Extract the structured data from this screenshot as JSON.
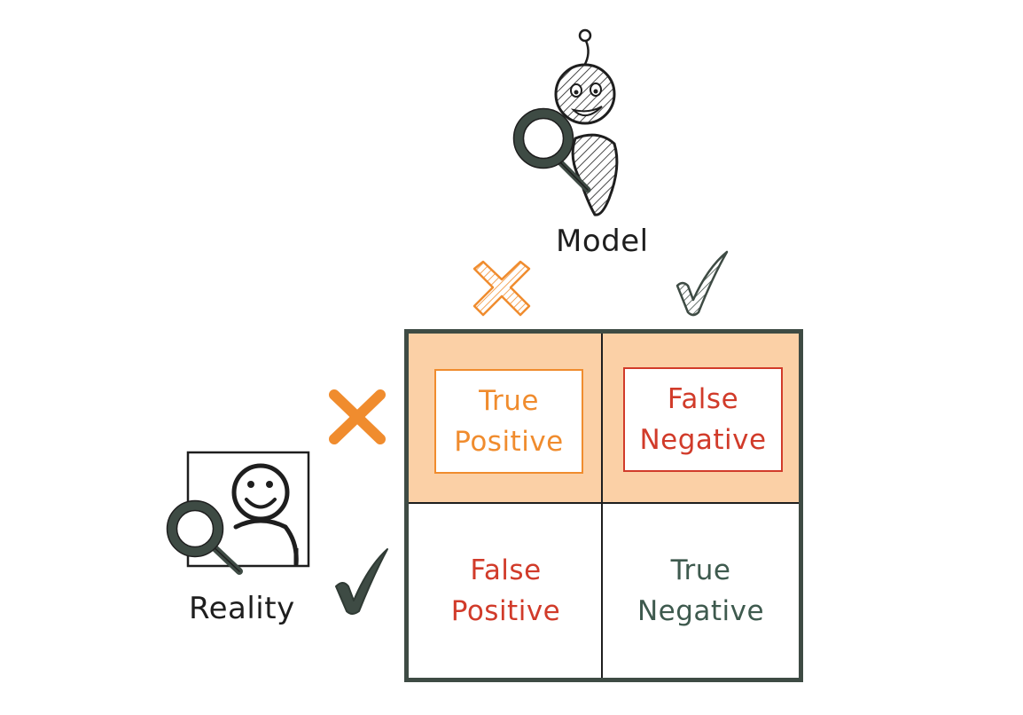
{
  "axes": {
    "model_label": "Model",
    "reality_label": "Reality"
  },
  "matrix": {
    "top_left": {
      "line1": "True",
      "line2": "Positive"
    },
    "top_right": {
      "line1": "False",
      "line2": "Negative"
    },
    "bottom_left": {
      "line1": "False",
      "line2": "Positive"
    },
    "bottom_right": {
      "line1": "True",
      "line2": "Negative"
    }
  },
  "markers": {
    "model_negative": "cross-icon",
    "model_positive": "check-icon",
    "reality_negative": "cross-icon",
    "reality_positive": "check-icon"
  },
  "colors": {
    "highlight_fill": "#fbd0a6",
    "orange": "#f08c2e",
    "red": "#d13b2a",
    "dark_green": "#3e4b44",
    "ink": "#1e1e1e"
  }
}
